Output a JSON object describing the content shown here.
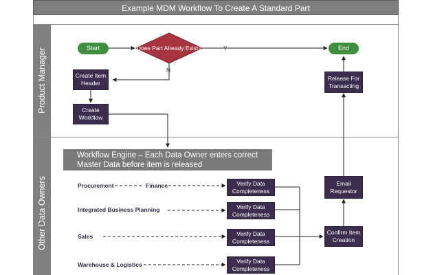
{
  "title": "Example MDM Workflow To Create A Standard Part",
  "lanes": {
    "product_manager": "Product Manager",
    "other_data_owners": "Other Data Owners"
  },
  "nodes": {
    "start": "Start",
    "decision": "Does Part Already Exist?",
    "end": "End",
    "create_item_header": "Create Item Header",
    "create_workflow": "Create Workflow",
    "release_for_transacting": "Release For Transacting",
    "email_requestor": "Email Requestor",
    "confirm_item_creation": "Confirm Item Creation",
    "verify": [
      "Verify Data Completeness",
      "Verify Data Completeness",
      "Verify Data Completeness",
      "Verify Data Completeness"
    ]
  },
  "edge_labels": {
    "yes": "Y",
    "no": "N"
  },
  "banner": "Workflow Engine – Each Data Owner enters correct Master Data before item is released",
  "owners": {
    "procurement": "Procurement",
    "finance": "Finance",
    "ibp": "Integrated Business Planning",
    "sales": "Sales",
    "warehouse": "Warehouse & Logistics"
  },
  "colors": {
    "node_dark": "#3b2d4d",
    "terminal_green": "#3e8e3e",
    "decision_red": "#a8343f",
    "lane_gray": "#808080"
  }
}
